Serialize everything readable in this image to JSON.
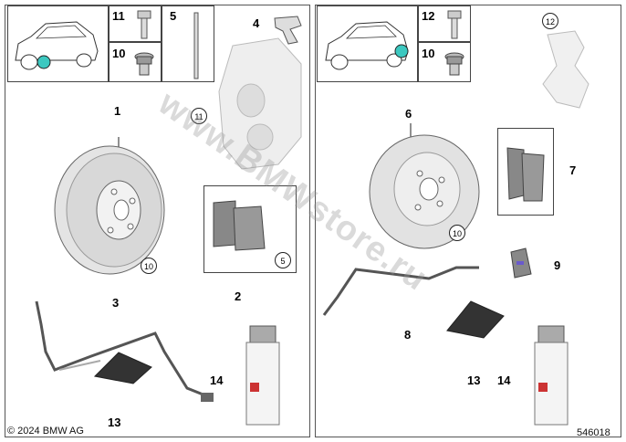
{
  "copyright": "© 2024 BMW AG",
  "diagram_id": "546018",
  "watermark": "www.BMWstore.ru",
  "left_panel": {
    "callouts": [
      "1",
      "2",
      "3",
      "4",
      "5",
      "10",
      "11",
      "13",
      "14"
    ],
    "inset_labels": [
      "11",
      "10",
      "5",
      "4"
    ],
    "circled": [
      "11",
      "10",
      "5"
    ]
  },
  "right_panel": {
    "callouts": [
      "6",
      "7",
      "8",
      "9",
      "10",
      "12",
      "13",
      "14"
    ],
    "inset_labels": [
      "12",
      "10"
    ],
    "circled": [
      "12",
      "10"
    ]
  }
}
